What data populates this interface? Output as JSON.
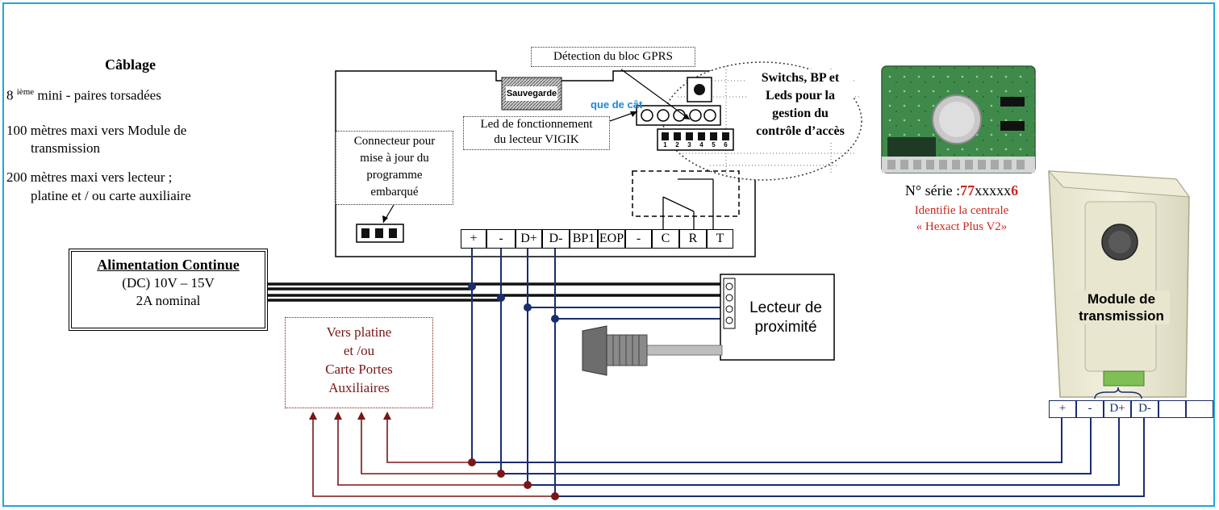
{
  "cablage": {
    "title": "Câblage",
    "line1_prefix": "8",
    "line1_sup": "ième",
    "line1_suffix": " mini - paires torsadées",
    "line2": "100 mètres maxi vers Module de",
    "line2b": "transmission",
    "line3": "200 mètres maxi vers lecteur ;",
    "line3b": "platine et / ou carte auxiliaire"
  },
  "labels": {
    "gprs": "Détection du bloc GPRS",
    "sauvegarde": "Sauvegarde",
    "partial_blue": "que de cât",
    "led_line1": "Led de fonctionnement",
    "led_line2": "du lecteur VIGIK",
    "connecteur": [
      "Connecteur pour",
      "mise à jour du",
      "programme",
      "embarqué"
    ],
    "switches": [
      "Switchs, BP et",
      "Leds pour la",
      "gestion du",
      "contrôle d’accès"
    ],
    "dip_numbers": [
      "1",
      "2",
      "3",
      "4",
      "5",
      "6"
    ]
  },
  "terminals": [
    "+",
    "-",
    "D+",
    "D-",
    "BP1",
    "EOP",
    "-",
    "C",
    "R",
    "T"
  ],
  "power": {
    "title": "Alimentation Continue",
    "line1": "(DC)  10V – 15V",
    "line2": "2A nominal"
  },
  "aux": [
    "Vers platine",
    "et /ou",
    "Carte Portes",
    "Auxiliaires"
  ],
  "reader": [
    "Lecteur de",
    "proximité"
  ],
  "serial": {
    "prefix": "N° série :",
    "bold1": "77",
    "middle": "xxxxx",
    "bold2": "6",
    "line2": "Identifie la centrale",
    "line3": "« Hexact Plus V2»"
  },
  "module": {
    "title": [
      "Module de",
      "transmission"
    ],
    "terminals": [
      "+",
      "-",
      "D+",
      "D-",
      "",
      ""
    ]
  },
  "colors": {
    "frame": "#1fa7d9",
    "wire_blue": "#1a2d6e",
    "wire_red": "#7a1616",
    "serial_red": "#c8281e",
    "partial_blue": "#1e88d6"
  }
}
